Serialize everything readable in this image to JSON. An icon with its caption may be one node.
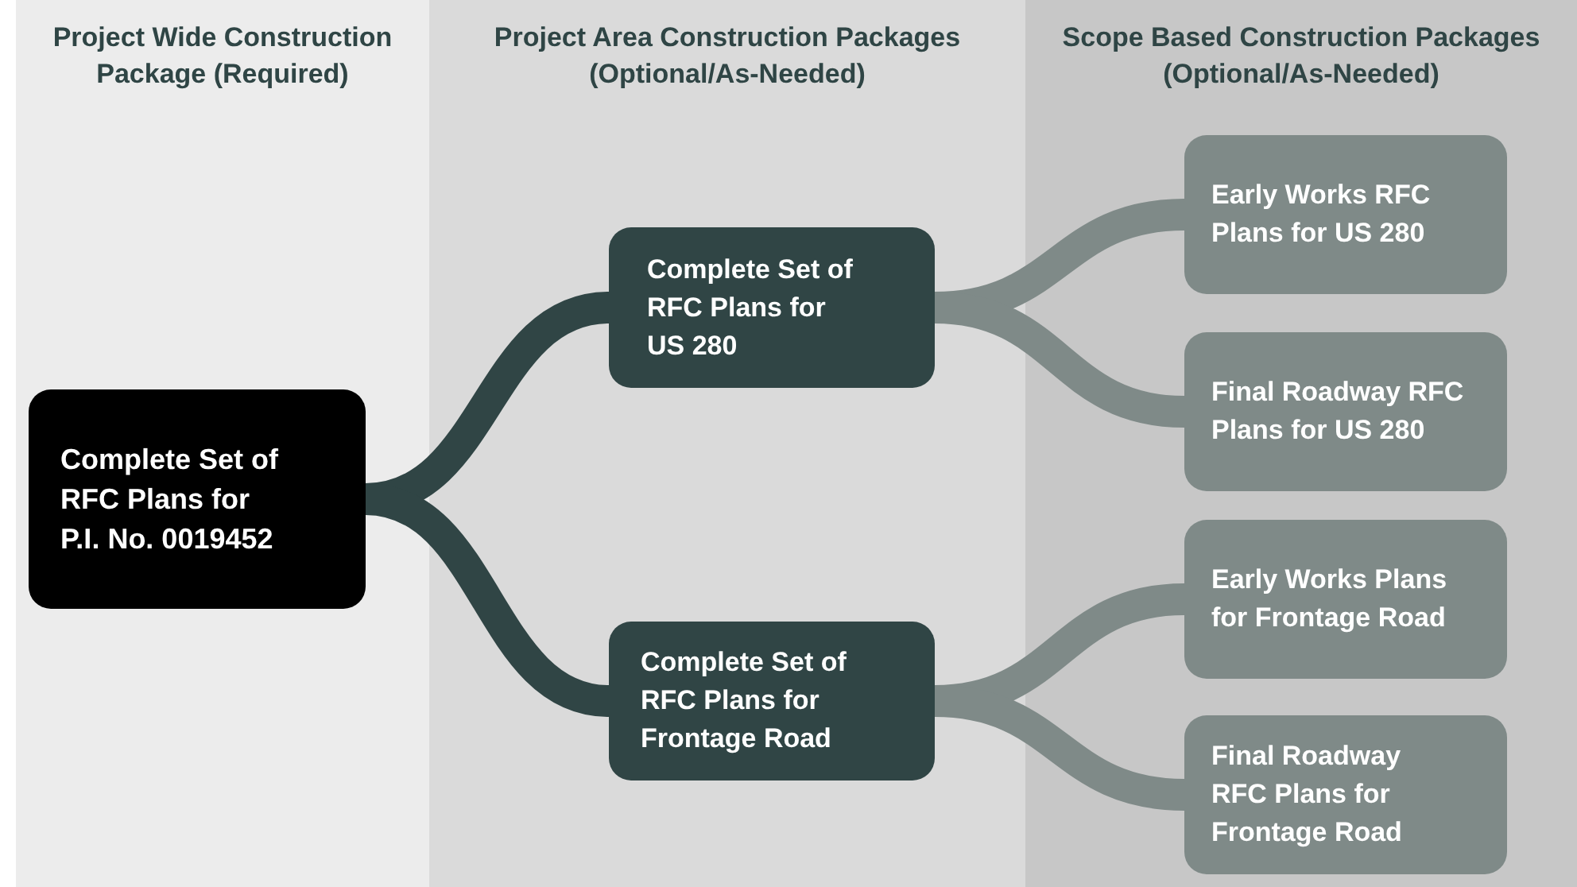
{
  "diagram": {
    "nodes": [
      {
        "text": [
          "Project Wide Construction Package (Required)"
        ]
      },
      {
        "text": [
          "Project Area Construction Packages (Optional/As-Needed)"
        ]
      },
      {
        "text": [
          "Scope Based Construction Packages (Optional/As-Needed)"
        ]
      },
      {
        "text": [
          "Complete Set of RFC Plans for P.I. No. 0019452"
        ],
        "in": 0
      },
      {
        "text": [
          "Complete Set of RFC Plans for US 280"
        ],
        "in": 1
      },
      {
        "text": [
          "Complete Set of RFC Plans for Frontage Road"
        ],
        "in": 1
      },
      {
        "text": [
          "Early Works RFC Plans for US 280"
        ],
        "in": 2
      },
      {
        "text": [
          "Final Roadway RFC Plans for US 280"
        ],
        "in": 2
      },
      {
        "text": [
          "Early Works Plans for Frontage Road"
        ],
        "in": 2
      },
      {
        "text": [
          "Final Roadway RFC Plans for Frontage Road"
        ],
        "in": 2
      }
    ],
    "edges": [
      {
        "from": 3,
        "to": 4,
        "arrow": "none",
        "color": "#304545"
      },
      {
        "from": 3,
        "to": 5,
        "arrow": "none",
        "color": "#304545"
      },
      {
        "from": 4,
        "to": 6,
        "arrow": "none"
      },
      {
        "from": 4,
        "to": 7,
        "arrow": "none"
      },
      {
        "from": 5,
        "to": 8,
        "arrow": "none"
      },
      {
        "from": 5,
        "to": 9,
        "arrow": "none"
      }
    ]
  }
}
